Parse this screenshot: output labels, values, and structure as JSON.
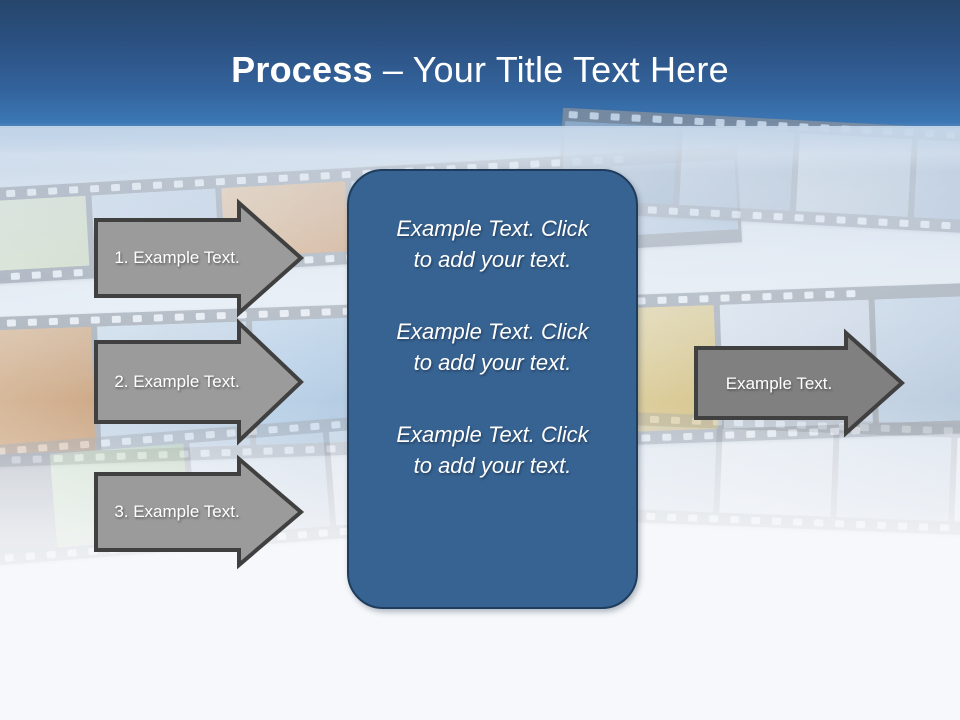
{
  "slide": {
    "title_strong": "Process",
    "title_rest": " – Your Title Text Here",
    "title_full": "Process – Your Title Text Here",
    "theme": {
      "header_top": "#26466b",
      "header_bottom": "#3b77b4",
      "body_bg": "#f5f7fa",
      "box_fill": "#376392",
      "box_border": "#1f3c5c",
      "input_arrow_fill": "#9b9b9b",
      "output_arrow_fill": "#808080",
      "arrow_border": "#404040",
      "text_light": "#ffffff"
    }
  },
  "input_arrows": [
    {
      "label": "1. Example Text."
    },
    {
      "label": "2. Example Text."
    },
    {
      "label": "3. Example Text."
    }
  ],
  "center_box": {
    "paragraphs": [
      "Example Text. Click  to add your text.",
      "Example Text. Click  to add your text.",
      "Example Text. Click  to add your text."
    ]
  },
  "output_arrow": {
    "label": "Example Text."
  },
  "background": {
    "motif": "film-strip-photo-reels",
    "strips": [
      {
        "frames": [
          "#dfe6c8",
          "#c9d9e8",
          "#e3b47a",
          "#9fb9d6",
          "#d9c38a",
          "#b9cbdd"
        ]
      },
      {
        "frames": [
          "#9fb4cc",
          "#b3c3d6",
          "#c9d2de",
          "#aebdd0"
        ]
      },
      {
        "frames": [
          "#d4a87a",
          "#bfd0e2",
          "#a9c4de",
          "#9dbcd9",
          "#e0c87f",
          "#cfd9e4",
          "#b6c8dc"
        ]
      },
      {
        "frames": [
          "#c3b49e",
          "#b9cfa8",
          "#cbd8e6",
          "#d2dbe6"
        ]
      },
      {
        "frames": [
          "#cdd7e3",
          "#d8dfe8",
          "#c6d2e0",
          "#dbe2ea"
        ]
      }
    ]
  }
}
